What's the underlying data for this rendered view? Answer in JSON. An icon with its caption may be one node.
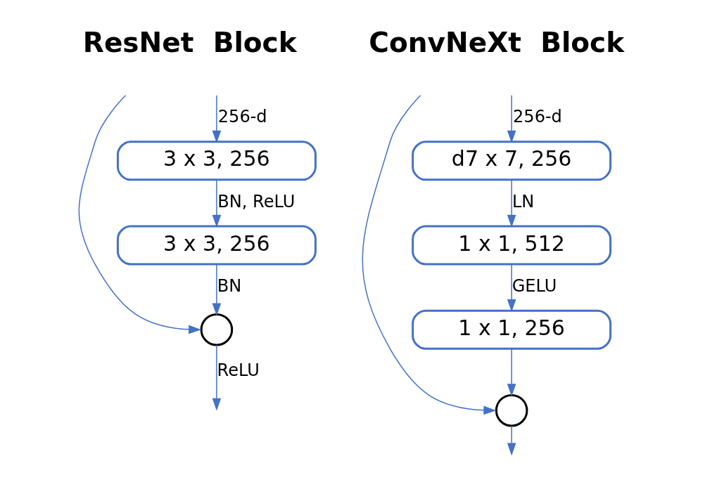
{
  "diagram": {
    "nodes": [
      {
        "text": [
          "3 x 3, 256"
        ]
      },
      {
        "text": [
          "3 x 3, 256"
        ]
      },
      {
        "text": [],
        "shape": "circle"
      },
      {
        "text": [
          "d7 x 7, 256"
        ]
      },
      {
        "text": [
          "1 x 1, 512"
        ]
      },
      {
        "text": [
          "1 x 1, 256"
        ]
      },
      {
        "text": [],
        "shape": "circle"
      }
    ],
    "edges": [
      {
        "from": null,
        "to": 0,
        "arrow": "to",
        "label": "256-d"
      },
      {
        "from": 0,
        "to": 1,
        "arrow": "to",
        "label": "BN, ReLU"
      },
      {
        "from": 1,
        "to": 2,
        "arrow": "to",
        "label": "BN"
      },
      {
        "from": null,
        "to": 2,
        "arrow": "to"
      },
      {
        "from": 2,
        "to": null,
        "arrow": "to",
        "label": "ReLU"
      },
      {
        "from": null,
        "to": 3,
        "arrow": "to",
        "label": "256-d"
      },
      {
        "from": 3,
        "to": 4,
        "arrow": "to",
        "label": "LN"
      },
      {
        "from": 4,
        "to": 5,
        "arrow": "to",
        "label": "GELU"
      },
      {
        "from": 5,
        "to": 6,
        "arrow": "to"
      },
      {
        "from": null,
        "to": 6,
        "arrow": "to"
      },
      {
        "from": 6,
        "to": null,
        "arrow": "to"
      }
    ],
    "labels": [
      "ResNet  Block",
      "ConvNeXt  Block"
    ]
  }
}
